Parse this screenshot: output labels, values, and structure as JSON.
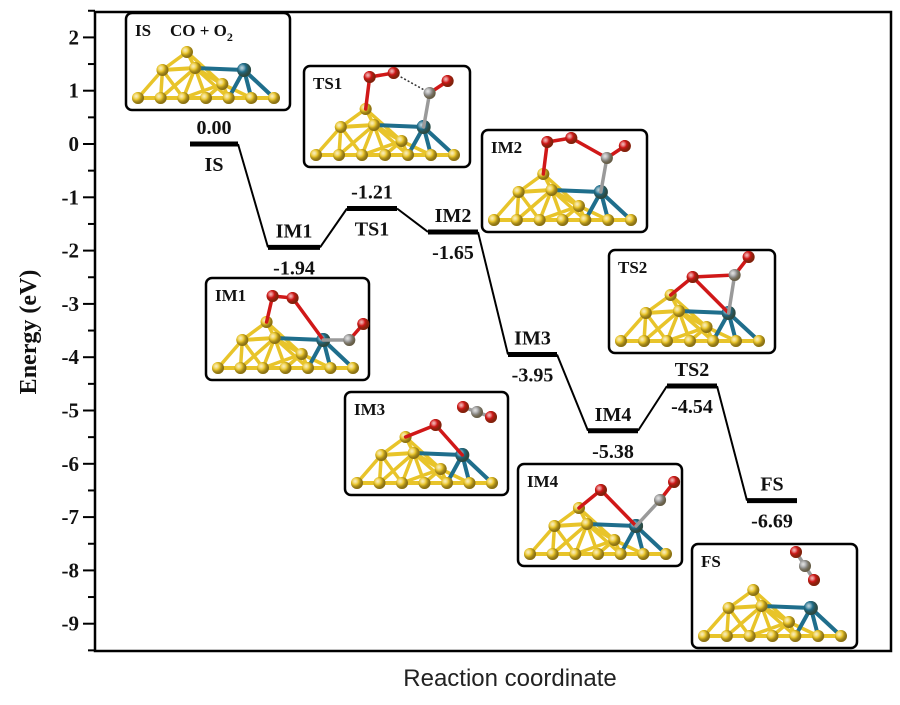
{
  "chart_data": {
    "type": "line",
    "subtype": "energy-profile",
    "title": "",
    "xlabel": "Reaction coordinate",
    "ylabel": "Energy (eV)",
    "ylim": [
      -9.5,
      2.6
    ],
    "yticks": [
      2,
      1,
      0,
      -1,
      -2,
      -3,
      -4,
      -5,
      -6,
      -7,
      -8,
      -9
    ],
    "ytick_labels": [
      "2",
      "1",
      "0",
      "-1",
      "-2",
      "-3",
      "-4",
      "-5",
      "-6",
      "-7",
      "-8",
      "-9"
    ],
    "grid": false,
    "legend": "none",
    "states": [
      {
        "label": "IS",
        "energy": 0.0,
        "value_label": "0.00",
        "label_position": "below",
        "value_position": "above"
      },
      {
        "label": "IM1",
        "energy": -1.94,
        "value_label": "-1.94",
        "label_position": "above",
        "value_position": "below"
      },
      {
        "label": "TS1",
        "energy": -1.21,
        "value_label": "-1.21",
        "label_position": "below",
        "value_position": "above"
      },
      {
        "label": "IM2",
        "energy": -1.65,
        "value_label": "-1.65",
        "label_position": "above",
        "value_position": "below"
      },
      {
        "label": "IM3",
        "energy": -3.95,
        "value_label": "-3.95",
        "label_position": "above",
        "value_position": "below"
      },
      {
        "label": "IM4",
        "energy": -5.38,
        "value_label": "-5.38",
        "label_position": "above",
        "value_position": "below"
      },
      {
        "label": "TS2",
        "energy": -4.54,
        "value_label": "-4.54",
        "label_position": "above",
        "value_position": "below"
      },
      {
        "label": "FS",
        "energy": -6.69,
        "value_label": "-6.69",
        "label_position": "above",
        "value_position": "below"
      }
    ],
    "insets": [
      {
        "id": "IS",
        "title": "IS",
        "subtitle": "CO + O",
        "subscript": "2",
        "adsorbate": "none"
      },
      {
        "id": "TS1",
        "title": "TS1",
        "adsorbate": "O-O...C-O chain"
      },
      {
        "id": "IM2",
        "title": "IM2",
        "adsorbate": "O-O-C-O bridge"
      },
      {
        "id": "IM1",
        "title": "IM1",
        "adsorbate": "O2 + CO on Pt site"
      },
      {
        "id": "IM3",
        "title": "IM3",
        "adsorbate": "O on surface, CO2 desorbed"
      },
      {
        "id": "TS2",
        "title": "TS2",
        "adsorbate": "O-C-O forming"
      },
      {
        "id": "IM4",
        "title": "IM4",
        "adsorbate": "O + CO on Pt site"
      },
      {
        "id": "FS",
        "title": "FS",
        "adsorbate": "CO2 desorbed"
      }
    ],
    "colors": {
      "gold_atom": "#e8c42a",
      "pt_atom": "#1f6e8c",
      "oxygen_atom": "#d01818",
      "carbon_atom": "#9a9a9a",
      "line": "#000000"
    }
  }
}
